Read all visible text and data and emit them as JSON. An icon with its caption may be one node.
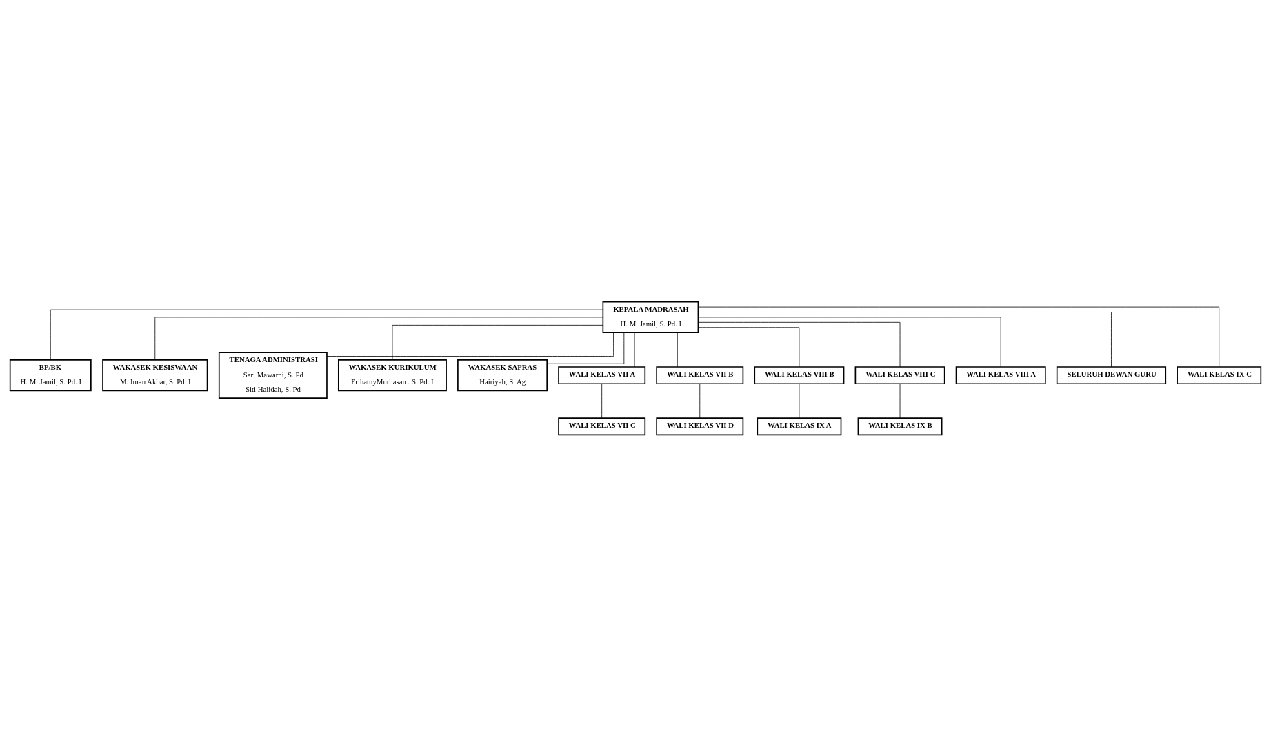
{
  "diagram": {
    "nodes": [
      {
        "text": [
          "KEPALA MADRASAH",
          "H. M. Jamil, S. Pd. I"
        ]
      },
      {
        "text": [
          "BP/BK",
          "H. M. Jamil, S. Pd. I"
        ]
      },
      {
        "text": [
          "WAKASEK KESISWAAN",
          "M. Iman Akbar, S. Pd. I"
        ]
      },
      {
        "text": [
          "TENAGA ADMINISTRASI",
          "Sari Mawarni, S. Pd",
          "Siti Halidah, S. Pd"
        ]
      },
      {
        "text": [
          "WAKASEK KURIKULUM",
          "FrihatnyMurhasan . S. Pd. I"
        ]
      },
      {
        "text": [
          "WAKASEK SAPRAS",
          "Hairiyah, S. Ag"
        ]
      },
      {
        "text": [
          "WALI KELAS VII A"
        ]
      },
      {
        "text": [
          "WALI KELAS VII B"
        ]
      },
      {
        "text": [
          "WALI KELAS VIII B"
        ]
      },
      {
        "text": [
          "WALI KELAS VIII C"
        ]
      },
      {
        "text": [
          "WALI KELAS VII C"
        ]
      },
      {
        "text": [
          "WALI KELAS VII D"
        ]
      },
      {
        "text": [
          "WALI KELAS IX A"
        ]
      },
      {
        "text": [
          "WALI KELAS IX B"
        ]
      },
      {
        "text": [
          "WALI KELAS VIII A"
        ]
      },
      {
        "text": [
          "SELURUH DEWAN GURU"
        ]
      },
      {
        "text": [
          "WALI KELAS IX C"
        ]
      }
    ],
    "edges": [
      {
        "from": 0,
        "to": 1,
        "arrow": "none"
      },
      {
        "from": 0,
        "to": 2,
        "arrow": "none"
      },
      {
        "from": 0,
        "to": 3,
        "arrow": "none"
      },
      {
        "from": 0,
        "to": 4,
        "arrow": "none"
      },
      {
        "from": 0,
        "to": 5,
        "arrow": "none"
      },
      {
        "from": 0,
        "to": 6,
        "arrow": "none"
      },
      {
        "from": 0,
        "to": 7,
        "arrow": "none"
      },
      {
        "from": 0,
        "to": 8,
        "arrow": "none"
      },
      {
        "from": 0,
        "to": 9,
        "arrow": "none"
      },
      {
        "from": 6,
        "to": 10,
        "arrow": "none"
      },
      {
        "from": 7,
        "to": 11,
        "arrow": "none"
      },
      {
        "from": 8,
        "to": 12,
        "arrow": "none"
      },
      {
        "from": 9,
        "to": 13,
        "arrow": "none"
      },
      {
        "from": 0,
        "to": 14,
        "arrow": "none"
      },
      {
        "from": 0,
        "to": 15,
        "arrow": "none"
      },
      {
        "from": 0,
        "to": 16,
        "arrow": "none"
      }
    ]
  }
}
